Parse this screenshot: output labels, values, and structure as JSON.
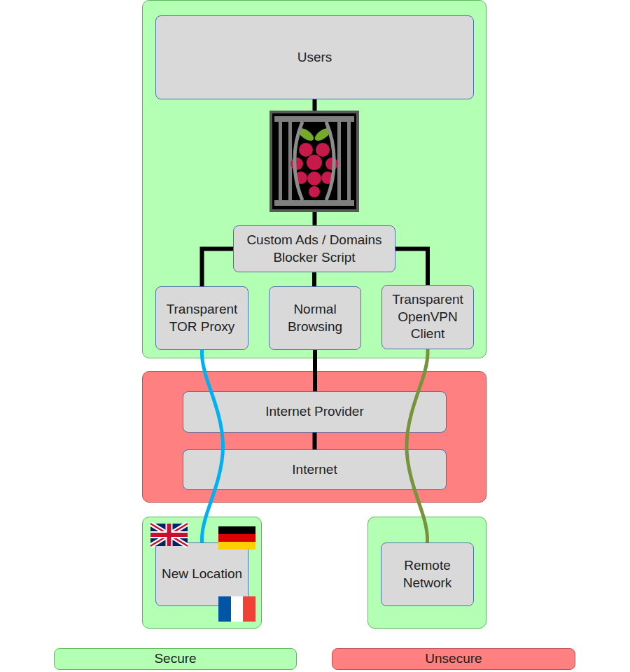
{
  "diagram": {
    "nodes": [
      {
        "text": [
          "Users"
        ]
      },
      {
        "text": [
          "Custom Ads / Domains Blocker Script"
        ]
      },
      {
        "text": [
          "Transparent TOR Proxy"
        ]
      },
      {
        "text": [
          "Normal Browsing"
        ]
      },
      {
        "text": [
          "Transparent OpenVPN Client"
        ]
      },
      {
        "text": [
          "Internet Provider"
        ]
      },
      {
        "text": [
          "Internet"
        ]
      },
      {
        "text": [
          "New Location"
        ]
      },
      {
        "text": [
          "Remote Network"
        ]
      }
    ],
    "edges": [
      {
        "from": 0,
        "to": 1,
        "arrow": "none"
      },
      {
        "from": 1,
        "to": 2,
        "arrow": "none"
      },
      {
        "from": 1,
        "to": 3,
        "arrow": "none"
      },
      {
        "from": 1,
        "to": 4,
        "arrow": "none"
      },
      {
        "from": 3,
        "to": 5,
        "arrow": "none"
      },
      {
        "from": 5,
        "to": 6,
        "arrow": "none"
      },
      {
        "from": 2,
        "to": 7,
        "arrow": "none"
      },
      {
        "from": 4,
        "to": 8,
        "arrow": "none"
      }
    ],
    "legend": [
      {
        "text": "Secure",
        "color": "#b3ffb3"
      },
      {
        "text": "Unsecure",
        "color": "#ff8080"
      }
    ]
  }
}
